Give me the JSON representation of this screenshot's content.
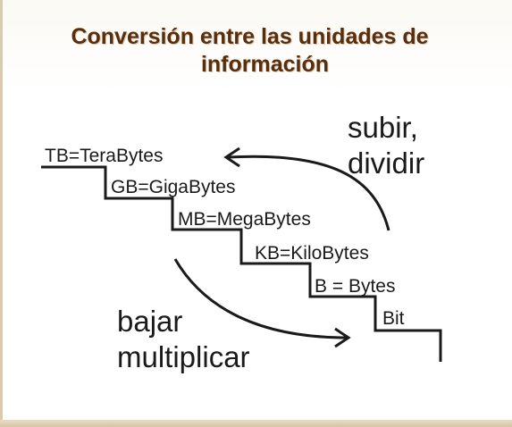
{
  "slide": {
    "title_line1": "Conversión entre las unidades de",
    "title_line2": "información"
  },
  "diagram": {
    "steps": [
      "TB=TeraBytes",
      "GB=GigaBytes",
      "MB=MegaBytes",
      "KB=KiloBytes",
      "B = Bytes",
      "Bit"
    ],
    "up_text_line1": "subir,",
    "up_text_line2": "dividir",
    "down_text_line1": "bajar",
    "down_text_line2": "multiplicar"
  },
  "colors": {
    "title": "#5a2d0c",
    "ink": "#1a1a1a",
    "side_border": "#d8cbb0"
  },
  "icons": [
    "arrow-up-left-icon",
    "arrow-down-right-icon"
  ]
}
